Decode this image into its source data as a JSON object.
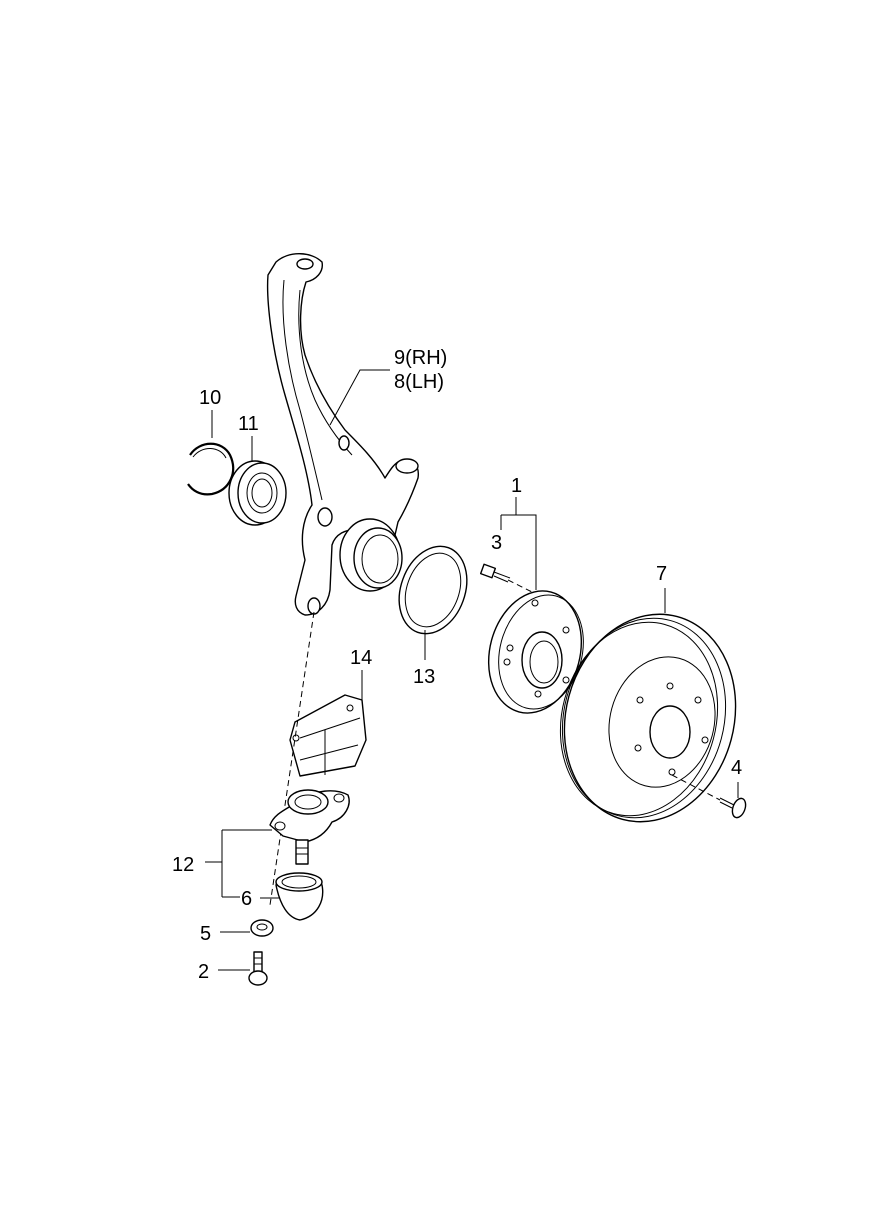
{
  "callouts": {
    "c1": "1",
    "c2": "2",
    "c3": "3",
    "c4": "4",
    "c5": "5",
    "c6": "6",
    "c7": "7",
    "c8": "8(LH)",
    "c9": "9(RH)",
    "c10": "10",
    "c11": "11",
    "c12": "12",
    "c13": "13",
    "c14": "14"
  }
}
